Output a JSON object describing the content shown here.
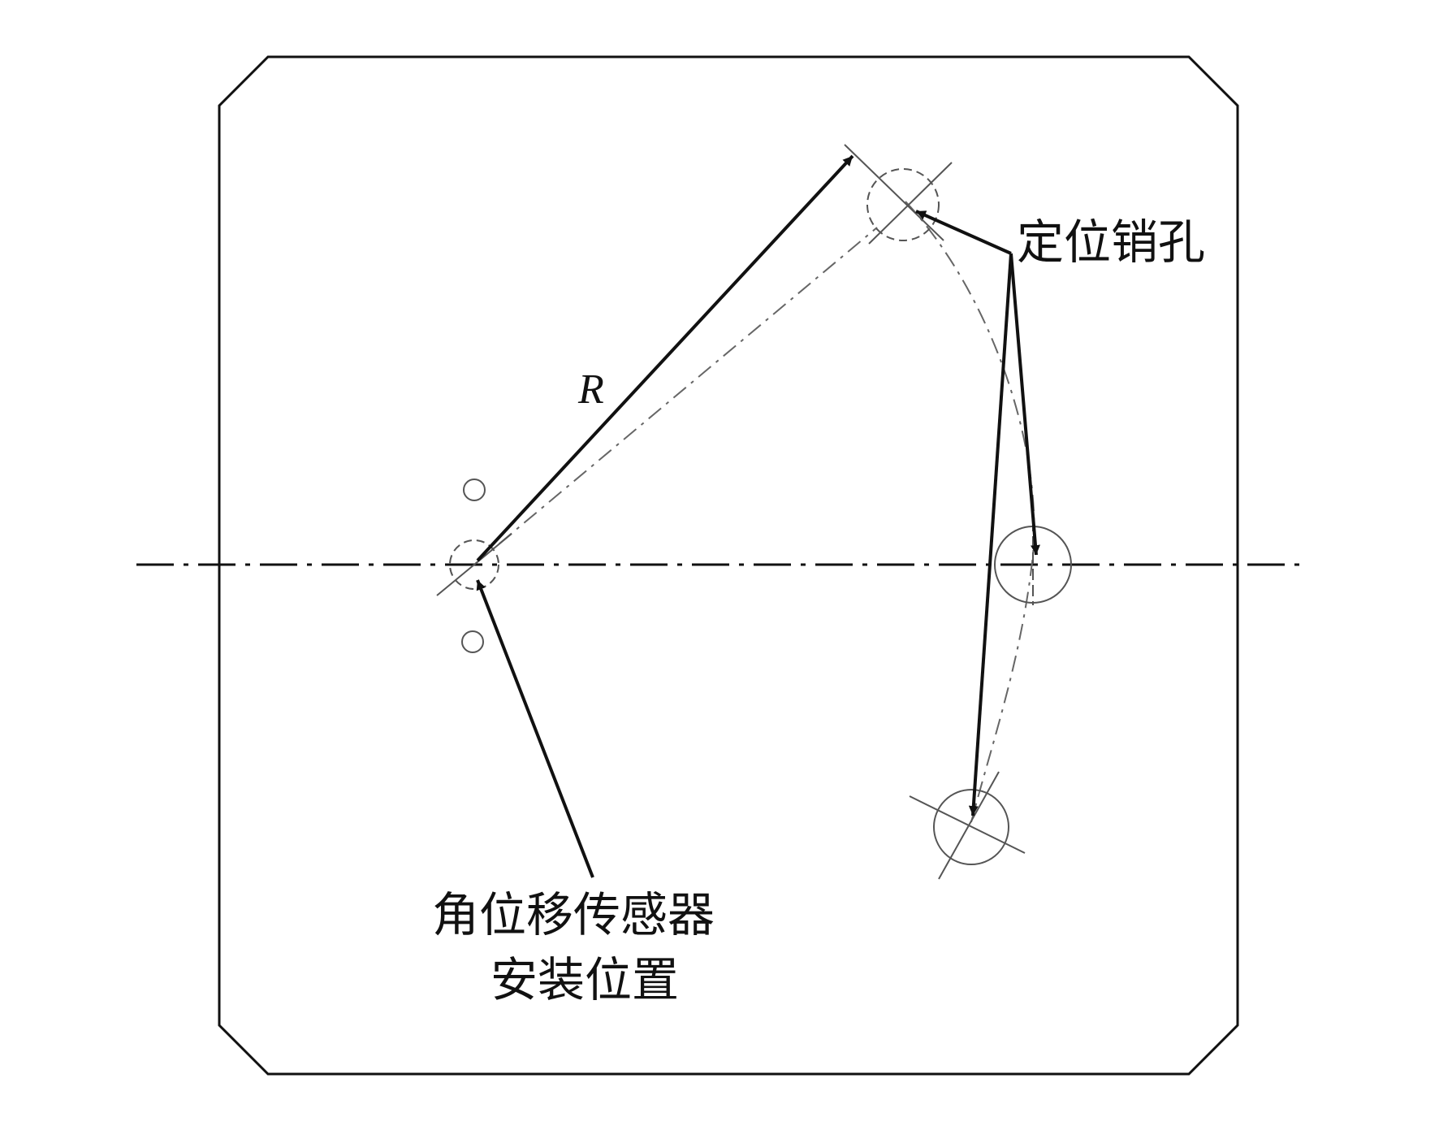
{
  "labels": {
    "radius": "R",
    "pin_holes": "定位销孔",
    "sensor_line1": "角位移传感器",
    "sensor_line2": "安装位置"
  },
  "colors": {
    "ink": "#111111",
    "construction": "#555555",
    "background": "#ffffff"
  }
}
